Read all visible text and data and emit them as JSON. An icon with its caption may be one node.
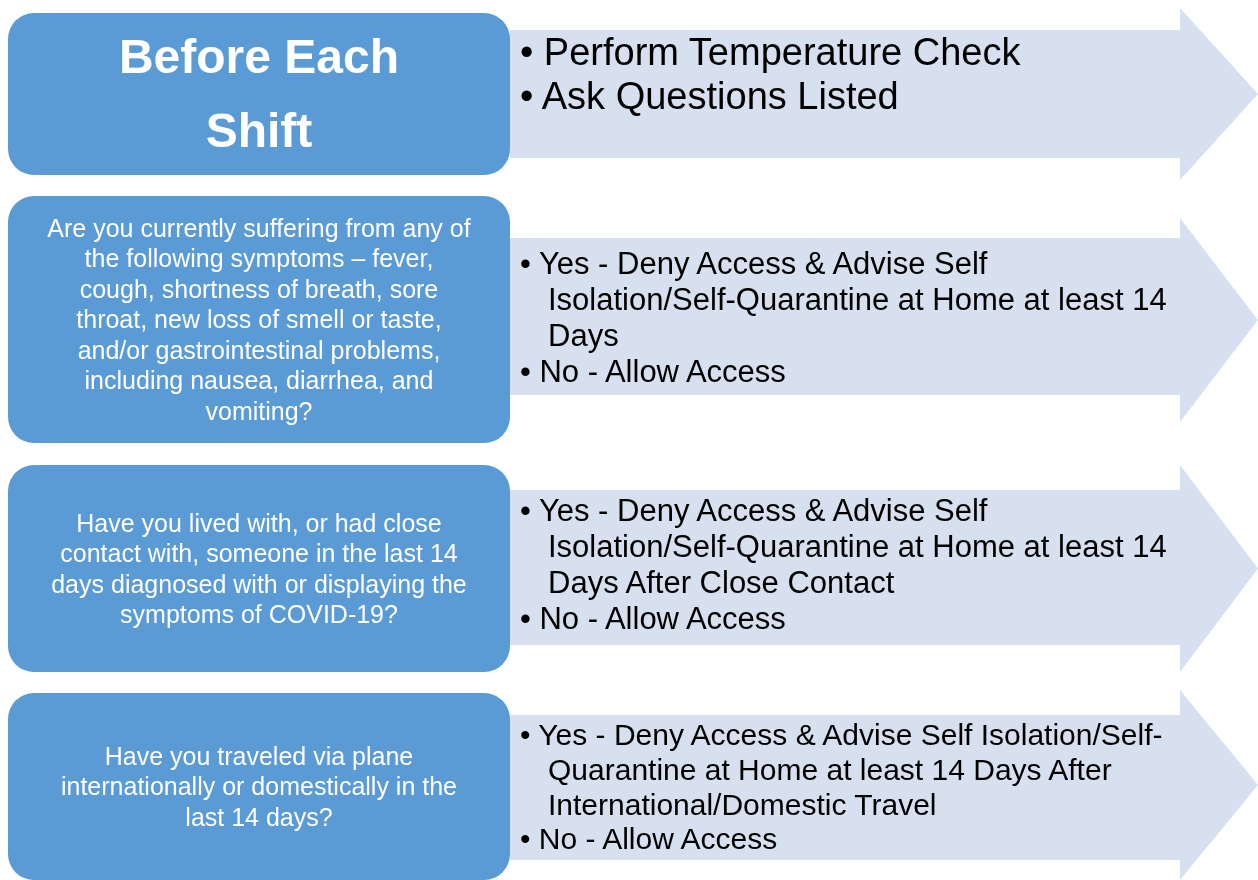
{
  "diagram": {
    "nodes": [
      {
        "text": [
          "Before Each Shift"
        ]
      },
      {
        "text": [
          "• Perform Temperature Check",
          "• Ask Questions Listed"
        ]
      },
      {
        "text": [
          "Are you currently suffering from any of the following symptoms – fever, cough, shortness of breath, sore throat, new loss of smell or taste, and/or gastrointestinal problems, including nausea, diarrhea, and vomiting?"
        ]
      },
      {
        "text": [
          "• Yes - Deny Access & Advise Self Isolation/Self-Quarantine at Home at least 14 Days",
          "• No - Allow Access"
        ]
      },
      {
        "text": [
          "Have you lived with, or had close contact with, someone in the last 14 days diagnosed with or displaying the symptoms of COVID-19?"
        ]
      },
      {
        "text": [
          "• Yes - Deny Access & Advise Self Isolation/Self-Quarantine at Home at least 14 Days After Close Contact",
          "• No - Allow Access"
        ]
      },
      {
        "text": [
          "Have you traveled via plane internationally or domestically in the last 14 days?"
        ]
      },
      {
        "text": [
          "• Yes - Deny Access & Advise Self Isolation/Self-Quarantine at Home at least 14 Days After International/Domestic Travel",
          "• No - Allow Access"
        ]
      }
    ],
    "edges": []
  }
}
